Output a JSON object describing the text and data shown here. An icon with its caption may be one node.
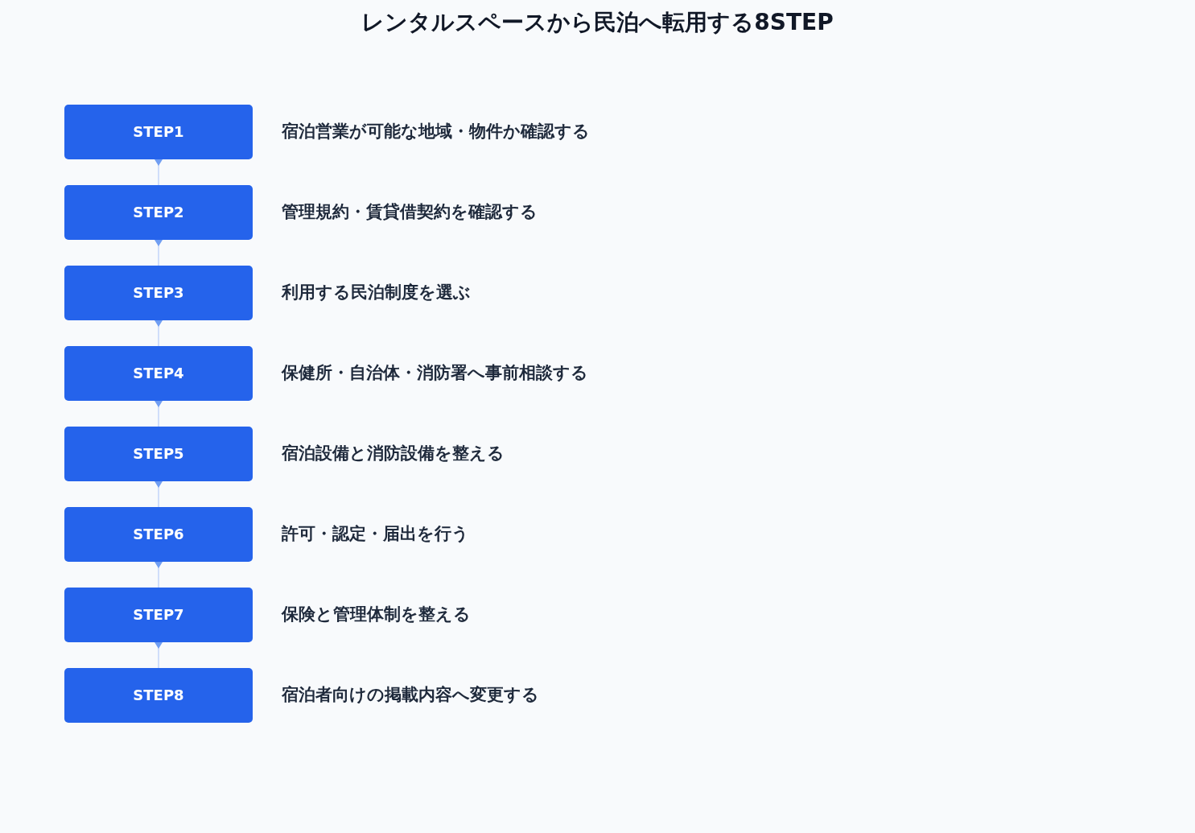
{
  "diagram": {
    "title": "レンタルスペースから民泊へ転用する8STEP",
    "nodes": [
      {
        "text": [
          "STEP1"
        ],
        "beside": [
          "宿泊営業が可能な地域・物件か確認する"
        ]
      },
      {
        "text": [
          "STEP2"
        ],
        "beside": [
          "管理規約・賃貸借契約を確認する"
        ]
      },
      {
        "text": [
          "STEP3"
        ],
        "beside": [
          "利用する民泊制度を選ぶ"
        ]
      },
      {
        "text": [
          "STEP4"
        ],
        "beside": [
          "保健所・自治体・消防署へ事前相談する"
        ]
      },
      {
        "text": [
          "STEP5"
        ],
        "beside": [
          "宿泊設備と消防設備を整える"
        ]
      },
      {
        "text": [
          "STEP6"
        ],
        "beside": [
          "許可・認定・届出を行う"
        ]
      },
      {
        "text": [
          "STEP7"
        ],
        "beside": [
          "保険と管理体制を整える"
        ]
      },
      {
        "text": [
          "STEP8"
        ],
        "beside": [
          "宿泊者向けの掲載内容へ変更する"
        ]
      }
    ],
    "edges": [
      {
        "from": 0,
        "to": 1,
        "arrow": "to"
      },
      {
        "from": 1,
        "to": 2,
        "arrow": "to"
      },
      {
        "from": 2,
        "to": 3,
        "arrow": "to"
      },
      {
        "from": 3,
        "to": 4,
        "arrow": "to"
      },
      {
        "from": 4,
        "to": 5,
        "arrow": "to"
      },
      {
        "from": 5,
        "to": 6,
        "arrow": "to"
      },
      {
        "from": 6,
        "to": 7,
        "arrow": "to"
      }
    ]
  }
}
